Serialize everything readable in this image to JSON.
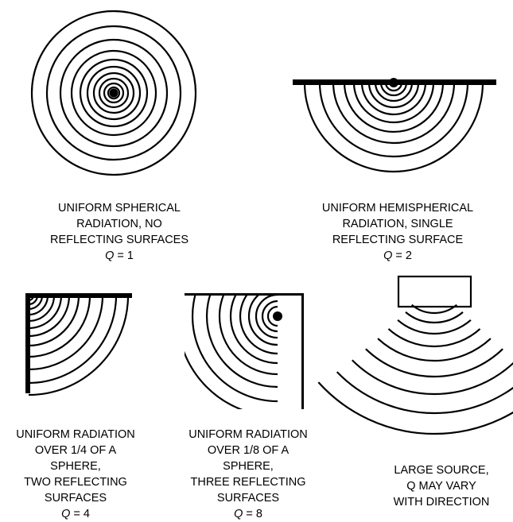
{
  "colors": {
    "ink": "#000000",
    "background": "#ffffff"
  },
  "panels": {
    "spherical": {
      "lines": [
        "UNIFORM SPHERICAL",
        "RADIATION, NO",
        "REFLECTING SURFACES"
      ],
      "q_symbol": "Q",
      "q_value": " = 1"
    },
    "hemispherical": {
      "lines": [
        "UNIFORM HEMISPHERICAL",
        "RADIATION, SINGLE",
        "REFLECTING SURFACE"
      ],
      "q_symbol": "Q",
      "q_value": " = 2"
    },
    "quarter_sphere": {
      "lines": [
        "UNIFORM RADIATION",
        "OVER 1/4 OF A",
        "SPHERE,",
        "TWO REFLECTING",
        "SURFACES"
      ],
      "q_symbol": "Q",
      "q_value": " = 4"
    },
    "eighth_sphere": {
      "lines": [
        "UNIFORM RADIATION",
        "OVER 1/8 OF A",
        "SPHERE,",
        "THREE REFLECTING",
        "SURFACES"
      ],
      "q_symbol": "Q",
      "q_value": " = 8"
    },
    "large_source": {
      "lines": [
        "LARGE SOURCE,",
        "Q MAY VARY",
        "WITH DIRECTION"
      ]
    }
  }
}
